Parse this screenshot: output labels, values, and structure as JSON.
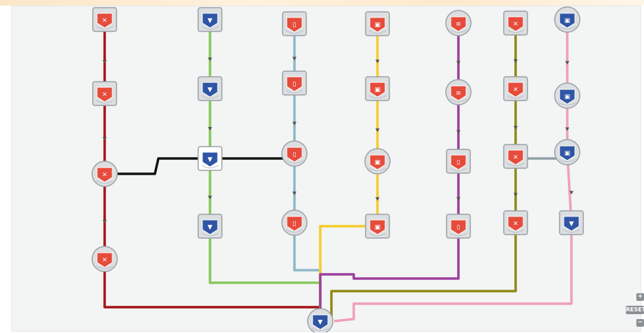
{
  "controls": {
    "zoom_in": "+",
    "reset": "RESET",
    "zoom_out": "−"
  },
  "colors": {
    "red": "#a31515",
    "green": "#86c85a",
    "blue": "#8fb7c9",
    "yellow": "#f3cd2a",
    "purple": "#9b3e9c",
    "olive": "#8f8a14",
    "pink": "#f0a0b6",
    "black": "#111111",
    "gray": "#8fa0a6",
    "node_red": "#e64c3c",
    "node_blue": "#2f55a4",
    "node_border": "#9aa1a6",
    "canvas": "#f3f4f4"
  },
  "nodes": [
    {
      "id": "n1",
      "shape": "square",
      "kind": "red",
      "glyph": "✕"
    },
    {
      "id": "n2",
      "shape": "square",
      "kind": "red",
      "glyph": "✕"
    },
    {
      "id": "n3",
      "shape": "circle",
      "kind": "red",
      "glyph": "✕"
    },
    {
      "id": "n4",
      "shape": "circle",
      "kind": "red",
      "glyph": "✕"
    },
    {
      "id": "n5",
      "shape": "square",
      "kind": "blue",
      "glyph": "▼"
    },
    {
      "id": "n6",
      "shape": "square",
      "kind": "blue",
      "glyph": "▼"
    },
    {
      "id": "n7",
      "shape": "square",
      "kind": "blue",
      "glyph": "▼",
      "highlight": true
    },
    {
      "id": "n8",
      "shape": "square",
      "kind": "blue",
      "glyph": "▼"
    },
    {
      "id": "n9",
      "shape": "square",
      "kind": "red",
      "glyph": "▯"
    },
    {
      "id": "n10",
      "shape": "square",
      "kind": "red",
      "glyph": "▯"
    },
    {
      "id": "n11",
      "shape": "circle",
      "kind": "red",
      "glyph": "▯"
    },
    {
      "id": "n12",
      "shape": "circle",
      "kind": "red",
      "glyph": "▯"
    },
    {
      "id": "n13",
      "shape": "square",
      "kind": "red",
      "glyph": "▣"
    },
    {
      "id": "n14",
      "shape": "square",
      "kind": "red",
      "glyph": "▣"
    },
    {
      "id": "n15",
      "shape": "circle",
      "kind": "red",
      "glyph": "▣"
    },
    {
      "id": "n16",
      "shape": "square",
      "kind": "red",
      "glyph": "▣"
    },
    {
      "id": "n17",
      "shape": "circle",
      "kind": "red",
      "glyph": "≡"
    },
    {
      "id": "n18",
      "shape": "circle",
      "kind": "red",
      "glyph": "≡"
    },
    {
      "id": "n19",
      "shape": "square",
      "kind": "red",
      "glyph": "▯"
    },
    {
      "id": "n20",
      "shape": "square",
      "kind": "red",
      "glyph": "▯"
    },
    {
      "id": "n21",
      "shape": "square",
      "kind": "red",
      "glyph": "✕"
    },
    {
      "id": "n22",
      "shape": "square",
      "kind": "red",
      "glyph": "✕"
    },
    {
      "id": "n23",
      "shape": "square",
      "kind": "red",
      "glyph": "✕"
    },
    {
      "id": "n24",
      "shape": "square",
      "kind": "red",
      "glyph": "✕"
    },
    {
      "id": "n25",
      "shape": "circle",
      "kind": "blue",
      "glyph": "▣"
    },
    {
      "id": "n26",
      "shape": "circle",
      "kind": "blue",
      "glyph": "▣"
    },
    {
      "id": "n27",
      "shape": "circle",
      "kind": "blue",
      "glyph": "▣"
    },
    {
      "id": "n28",
      "shape": "square",
      "kind": "blue",
      "glyph": "▼"
    },
    {
      "id": "n29",
      "shape": "circle",
      "kind": "blue",
      "glyph": "▼"
    }
  ],
  "edges": [
    {
      "from": "n1",
      "to": "n2",
      "color": "red"
    },
    {
      "from": "n2",
      "to": "n3",
      "color": "red"
    },
    {
      "from": "n3",
      "to": "n4",
      "color": "red"
    },
    {
      "from": "n4",
      "to": "n29",
      "color": "red"
    },
    {
      "from": "n5",
      "to": "n6",
      "color": "green"
    },
    {
      "from": "n6",
      "to": "n7",
      "color": "green"
    },
    {
      "from": "n7",
      "to": "n8",
      "color": "green"
    },
    {
      "from": "n8",
      "to": "n29",
      "color": "green"
    },
    {
      "from": "n9",
      "to": "n10",
      "color": "blue"
    },
    {
      "from": "n10",
      "to": "n11",
      "color": "blue"
    },
    {
      "from": "n11",
      "to": "n12",
      "color": "blue"
    },
    {
      "from": "n12",
      "to": "n29",
      "color": "blue"
    },
    {
      "from": "n13",
      "to": "n14",
      "color": "yellow"
    },
    {
      "from": "n14",
      "to": "n15",
      "color": "yellow"
    },
    {
      "from": "n15",
      "to": "n16",
      "color": "yellow"
    },
    {
      "from": "n16",
      "to": "n29",
      "color": "yellow"
    },
    {
      "from": "n17",
      "to": "n18",
      "color": "purple"
    },
    {
      "from": "n18",
      "to": "n19",
      "color": "purple"
    },
    {
      "from": "n19",
      "to": "n20",
      "color": "purple"
    },
    {
      "from": "n20",
      "to": "n29",
      "color": "purple"
    },
    {
      "from": "n21",
      "to": "n22",
      "color": "olive"
    },
    {
      "from": "n22",
      "to": "n23",
      "color": "olive"
    },
    {
      "from": "n23",
      "to": "n24",
      "color": "olive"
    },
    {
      "from": "n24",
      "to": "n29",
      "color": "olive"
    },
    {
      "from": "n25",
      "to": "n26",
      "color": "pink"
    },
    {
      "from": "n26",
      "to": "n27",
      "color": "pink"
    },
    {
      "from": "n27",
      "to": "n28",
      "color": "pink"
    },
    {
      "from": "n28",
      "to": "n29",
      "color": "pink"
    },
    {
      "from": "n3",
      "to": "n11",
      "color": "black"
    },
    {
      "from": "n23",
      "to": "n27",
      "color": "gray"
    }
  ]
}
